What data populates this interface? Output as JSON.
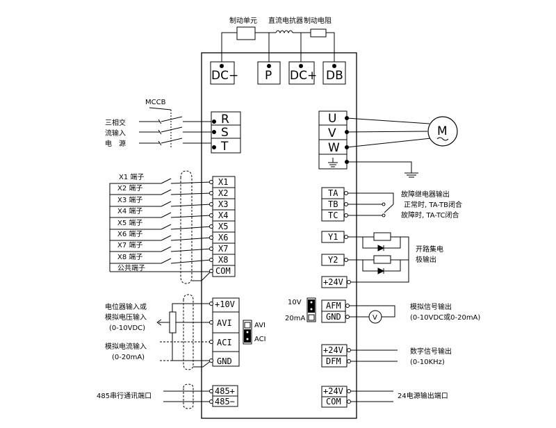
{
  "top": {
    "brake_unit": "制动单元",
    "dc_reactor": "直流电抗器",
    "brake_resistor": "制动电阻"
  },
  "dc_terminals": [
    "DC−",
    "P",
    "DC+",
    "DB"
  ],
  "power_input": {
    "breaker": "MCCB",
    "label_lines": [
      "三相交",
      "流输入",
      "电　源"
    ],
    "terminals": [
      "R",
      "S",
      "T"
    ]
  },
  "motor_output": {
    "terminals": [
      "U",
      "V",
      "W"
    ],
    "motor_symbol": "M",
    "ground_icon": "ground-icon"
  },
  "digital_inputs": {
    "labels": [
      "X1 端子",
      "X2 端子",
      "X3 端子",
      "X4 端子",
      "X5 端子",
      "X6 端子",
      "X7 端子",
      "X8 端子",
      "公共端子"
    ],
    "terminals": [
      "X1",
      "X2",
      "X3",
      "X4",
      "X5",
      "X6",
      "X7",
      "X8",
      "COM"
    ]
  },
  "analog_inputs": {
    "pot_label_lines": [
      "电位器输入或",
      "模拟电压输入",
      "(0-10VDC)"
    ],
    "current_label_lines": [
      "模拟电流输入",
      "(0-20mA)"
    ],
    "terminals": [
      "+10V",
      "AVI",
      "ACI",
      "GND"
    ],
    "jumper_labels": [
      "AVI",
      "ACI"
    ]
  },
  "comm": {
    "label": "485串行通讯端口",
    "terminals": [
      "485+",
      "485−"
    ]
  },
  "relay": {
    "terminals": [
      "TA",
      "TB",
      "TC"
    ],
    "label_lines": [
      "故障继电器输出",
      "正常时, TA-TB闭合",
      "故障时, TA-TC闭合"
    ]
  },
  "open_collector": {
    "terminals": [
      "Y1",
      "Y2",
      "+24V"
    ],
    "label_lines": [
      "开路集电",
      "极输出"
    ]
  },
  "analog_output": {
    "jumper_labels": [
      "10V",
      "20mA"
    ],
    "terminals": [
      "AFM",
      "GND"
    ],
    "meter_symbol": "V",
    "label_lines": [
      "模拟信号输出",
      "(0-10VDC或0-20mA)"
    ]
  },
  "digital_output": {
    "terminals": [
      "+24V",
      "DFM"
    ],
    "label_lines": [
      "数字信号输出",
      "(0-10KHz)"
    ]
  },
  "power_output": {
    "terminals": [
      "+24V",
      "COM"
    ],
    "label": "24电源输出端口"
  }
}
